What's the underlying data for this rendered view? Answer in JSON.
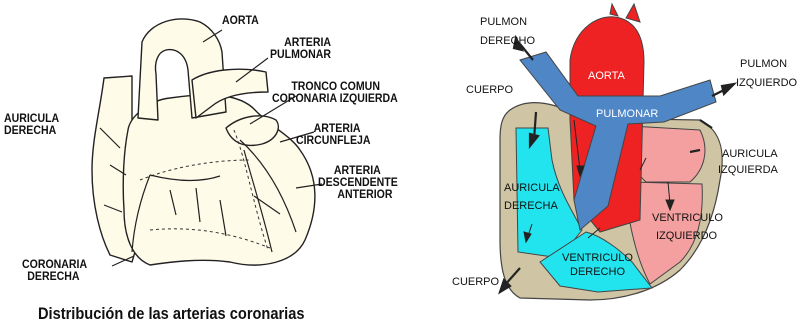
{
  "left_figure": {
    "labels": {
      "aorta": "AORTA",
      "arteria_pulmonar": [
        "ARTERIA",
        "PULMONAR"
      ],
      "tronco_comun": [
        "TRONCO COMUN",
        "CORONARIA IZQUIERDA"
      ],
      "arteria_circunfleja": [
        "ARTERIA",
        "CIRCUNFLEJA"
      ],
      "arteria_descendente": [
        "ARTERIA",
        "DESCENDENTE",
        "ANTERIOR"
      ],
      "auricula_derecha": [
        "AURICULA",
        "DERECHA"
      ],
      "coronaria_derecha": [
        "CORONARIA",
        "DERECHA"
      ]
    },
    "caption": "Distribución de las arterias coronarias"
  },
  "right_figure": {
    "labels": {
      "pulmon_derecho": [
        "PULMON",
        "DERECHO"
      ],
      "cuerpo_top": "CUERPO",
      "aorta": "AORTA",
      "pulmonar": "PULMONAR",
      "pulmon_izquierdo": [
        "PULMON",
        "IZQUIERDO"
      ],
      "auricula_izquierda": [
        "AURICULA",
        "IZQUIERDA"
      ],
      "auricula_derecha": [
        "AURICULA",
        "DERECHA"
      ],
      "ventriculo_izquierdo": [
        "VENTRICULO",
        "IZQUIERDO"
      ],
      "ventriculo_derecho": [
        "VENTRICULO",
        "DERECHO"
      ],
      "cuerpo_bottom": "CUERPO"
    }
  },
  "colors": {
    "aorta_red": "#ee2222",
    "pulmonary_blue": "#4f86c6",
    "right_side_cyan": "#22e4ee",
    "left_side_pink": "#f4a0a0",
    "tissue_tan": "#cfc4a3",
    "left_heart_fill": "#fffbe9"
  }
}
